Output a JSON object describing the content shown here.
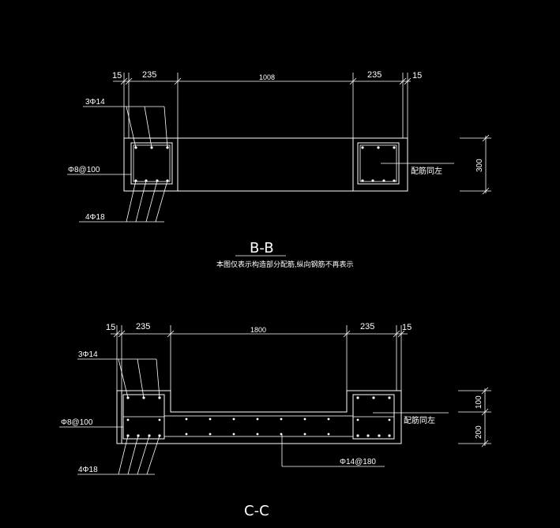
{
  "bb": {
    "dims": {
      "left_cover": "15",
      "left_col": "235",
      "middle": "1008",
      "right_col": "235",
      "right_cover": "15"
    },
    "height": "300",
    "labels": {
      "top_bars": "3Φ14",
      "stirrup": "Φ8@100",
      "bottom_bars": "4Φ18",
      "same_as": "配筋同左"
    },
    "title": "B-B",
    "note": "本图仅表示构造部分配筋,纵向钢筋不再表示"
  },
  "cc": {
    "dims": {
      "left_cover": "15",
      "left_col": "235",
      "middle": "1800",
      "right_col": "235",
      "right_cover": "15"
    },
    "heights": {
      "upper": "100",
      "lower": "200"
    },
    "labels": {
      "top_bars": "3Φ14",
      "stirrup": "Φ8@100",
      "bottom_bars": "4Φ18",
      "same_as": "配筋同左",
      "slab_bars": "Φ14@180"
    },
    "title": "C-C"
  }
}
